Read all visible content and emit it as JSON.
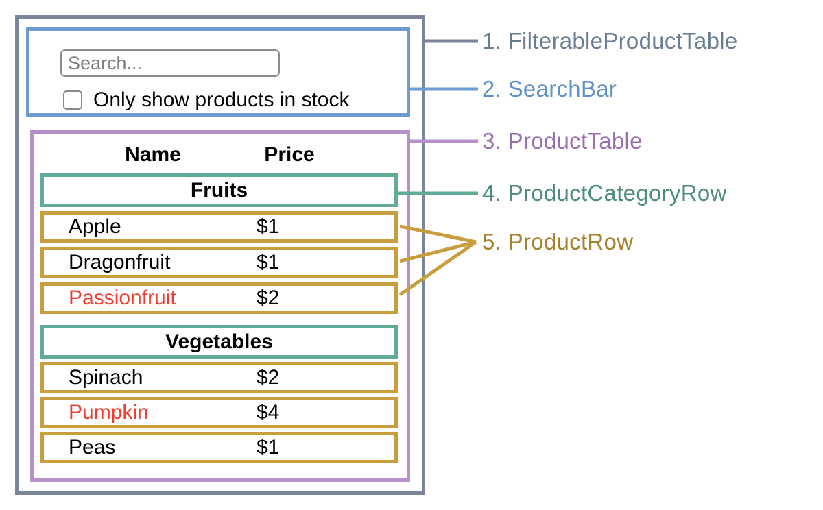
{
  "colors": {
    "outer_border": "#7a8599",
    "searchbar_border": "#6f9cd0",
    "table_border": "#b690c9",
    "category_border": "#62ab99",
    "row_border": "#c79d3e",
    "highlight_text": "#f43b2e"
  },
  "search_bar": {
    "input_placeholder": "Search...",
    "checkbox_label": "Only show products in stock",
    "checkbox_checked": false
  },
  "table": {
    "headers": {
      "name": "Name",
      "price": "Price"
    },
    "sections": [
      {
        "category": "Fruits",
        "rows": [
          {
            "name": "Apple",
            "price": "$1"
          },
          {
            "name": "Dragonfruit",
            "price": "$1"
          },
          {
            "name": "Passionfruit",
            "price": "$2",
            "color": "#f43b2e"
          }
        ]
      },
      {
        "category": "Vegetables",
        "rows": [
          {
            "name": "Spinach",
            "price": "$2"
          },
          {
            "name": "Pumpkin",
            "price": "$4",
            "color": "#f43b2e"
          },
          {
            "name": "Peas",
            "price": "$1"
          }
        ]
      }
    ]
  },
  "legend": [
    {
      "label": "1. FilterableProductTable",
      "color": "#6a7b94"
    },
    {
      "label": "2. SearchBar",
      "color": "#5f90c7"
    },
    {
      "label": "3. ProductTable",
      "color": "#9a6fb0"
    },
    {
      "label": "4. ProductCategoryRow",
      "color": "#4e8c7d"
    },
    {
      "label": "5. ProductRow",
      "color": "#a5822c"
    }
  ]
}
